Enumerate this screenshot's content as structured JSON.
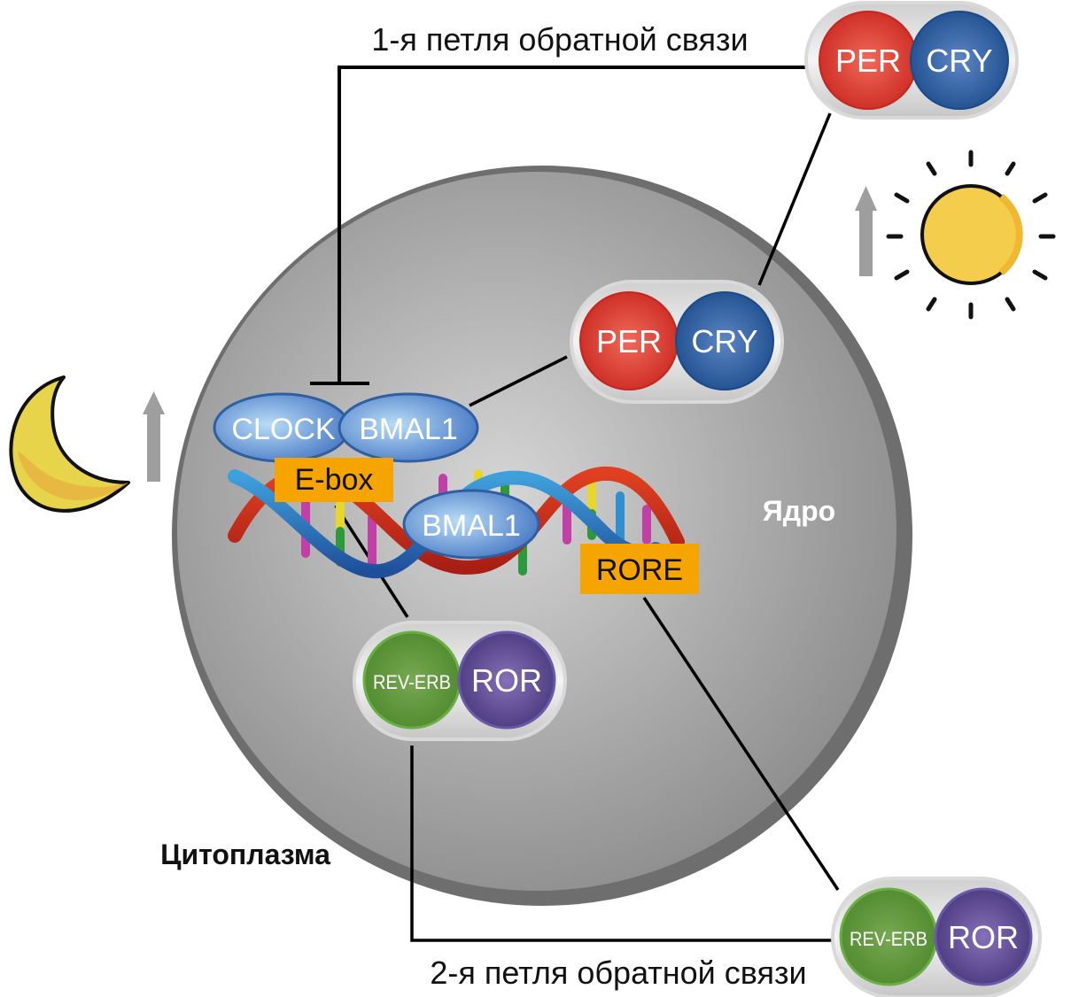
{
  "diagram": {
    "loop1_label": "1-я петля обратной связи",
    "loop2_label": "2-я петля обратной связи",
    "nucleus_label": "Ядро",
    "cytoplasm_label": "Цитоплазма",
    "complexes": {
      "per_cry_top": {
        "left": "PER",
        "right": "CRY"
      },
      "per_cry_nucleus": {
        "left": "PER",
        "right": "CRY"
      },
      "rev_ror_nucleus": {
        "left": "REV-ERB",
        "right": "ROR"
      },
      "rev_ror_bottom": {
        "left": "REV-ERB",
        "right": "ROR"
      }
    },
    "proteins": {
      "clock": "CLOCK",
      "bmal1_dimer": "BMAL1",
      "bmal1_dna": "BMAL1"
    },
    "elements": {
      "ebox": "E-box",
      "rore": "RORE"
    },
    "icons": {
      "night": "moon-icon",
      "day": "sun-icon",
      "increase": "arrow-up-icon"
    },
    "colors": {
      "per": "#e0453a",
      "cry": "#2a5a9a",
      "rev_erb": "#5f9a3a",
      "ror": "#5a4a8e",
      "protein_blue": "#6f9fd8",
      "element_orange": "#f5a400",
      "nucleus": "#a8a8a8",
      "sun": "#f4cd4c",
      "moon": "#e8c64a",
      "arrow": "#9e9e9e"
    }
  }
}
